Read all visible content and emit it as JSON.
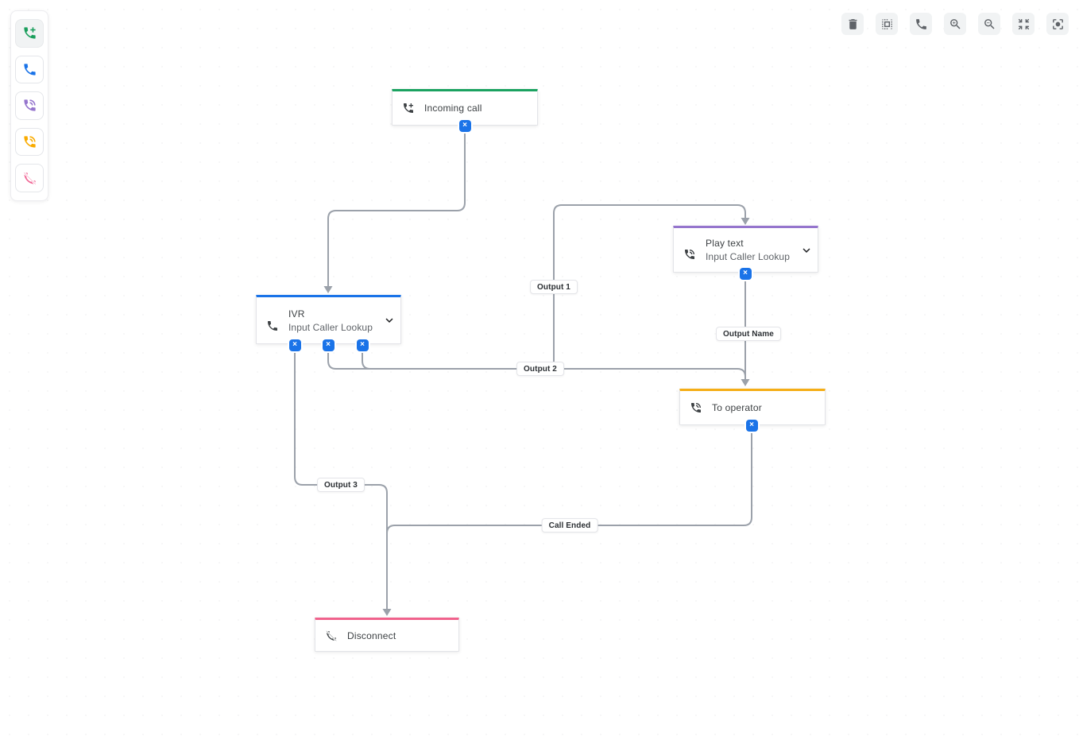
{
  "palette": {
    "items": [
      {
        "icon": "add-call-icon",
        "color": "#1a9e5c",
        "active": true
      },
      {
        "icon": "call-icon",
        "color": "#1a73e8",
        "active": false
      },
      {
        "icon": "phone-in-talk-icon",
        "color": "#9575cd",
        "active": false
      },
      {
        "icon": "phone-forward-icon",
        "color": "#f9ab00",
        "active": false
      },
      {
        "icon": "phone-disabled-icon",
        "color": "#f06292",
        "active": false
      }
    ]
  },
  "toolbar": {
    "buttons": [
      {
        "icon": "delete-icon"
      },
      {
        "icon": "select-all-icon"
      },
      {
        "icon": "call-icon"
      },
      {
        "icon": "zoom-in-icon"
      },
      {
        "icon": "zoom-out-icon"
      },
      {
        "icon": "zoom-to-fit-icon"
      },
      {
        "icon": "center-focus-icon"
      }
    ]
  },
  "nodes": [
    {
      "title": "Incoming call",
      "accent": "#1aa260",
      "icon": "add-call-icon"
    },
    {
      "title": "Play text",
      "subtitle": "Input Caller Lookup",
      "accent": "#9575cd",
      "icon": "phone-in-talk-icon"
    },
    {
      "title": "IVR",
      "subtitle": "Input Caller Lookup",
      "accent": "#1a73e8",
      "icon": "call-icon"
    },
    {
      "title": "To operator",
      "accent": "#f5ae16",
      "icon": "phone-in-talk-icon"
    },
    {
      "title": "Disconnect",
      "accent": "#f0628c",
      "icon": "phone-disabled-icon"
    }
  ],
  "canvas": {
    "port_glyph": "×",
    "edge_labels": [
      {
        "text": "Output 1"
      },
      {
        "text": "Output Name"
      },
      {
        "text": "Output 2"
      },
      {
        "text": "Output 3"
      },
      {
        "text": "Call Ended"
      }
    ],
    "edge_color": "#9ba1aa"
  }
}
